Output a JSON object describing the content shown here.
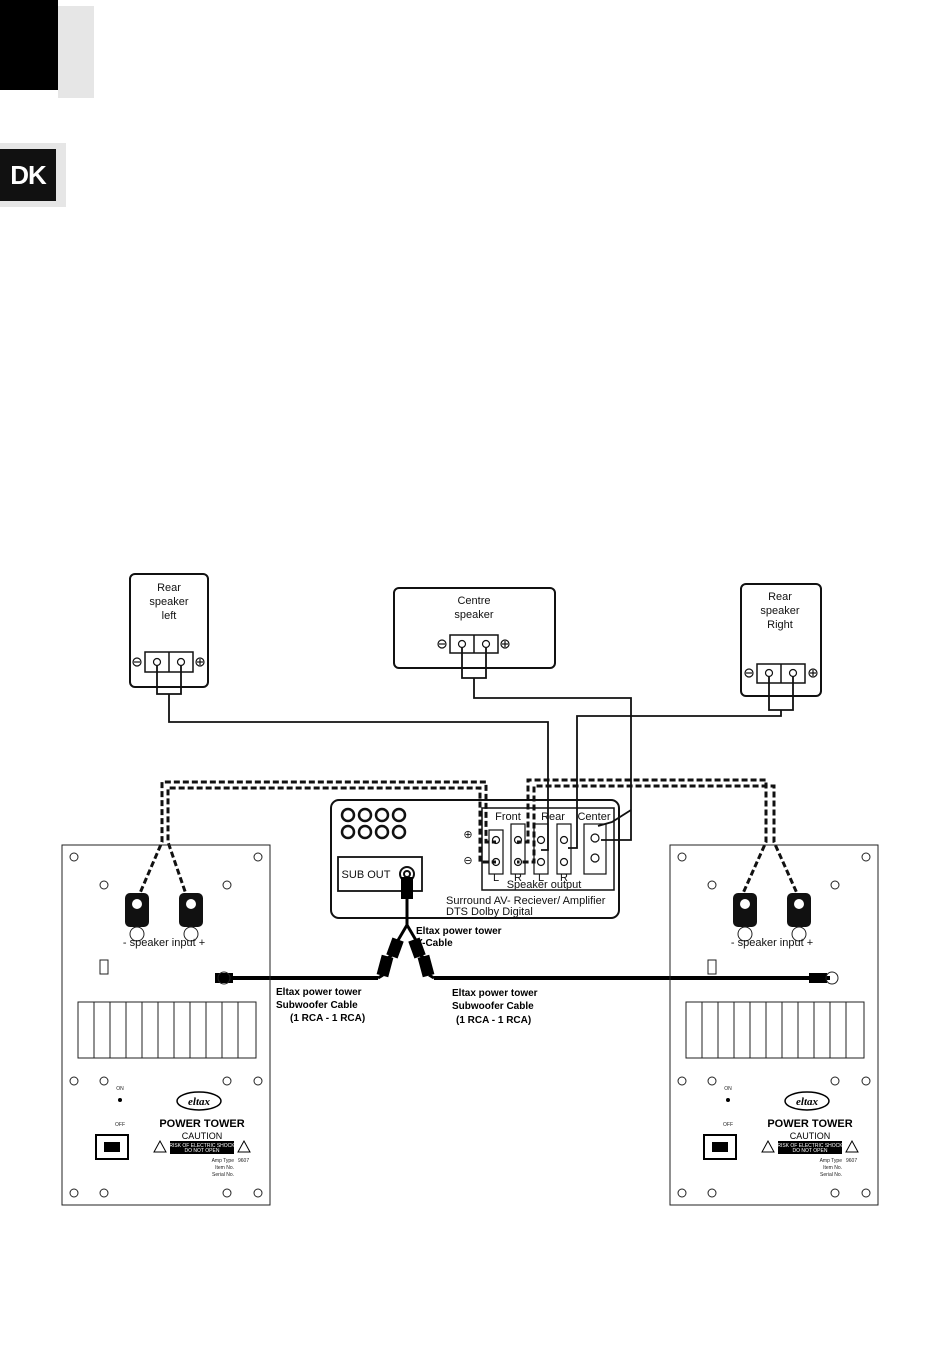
{
  "language_tab": "DK",
  "speakers": {
    "rear_left": [
      "Rear",
      "speaker",
      "left"
    ],
    "centre": [
      "Centre",
      "speaker"
    ],
    "rear_right": [
      "Rear",
      "speaker",
      "Right"
    ]
  },
  "receiver": {
    "channels": {
      "front": "Front",
      "rear": "Rear",
      "center": "Center"
    },
    "terminal_letters": [
      "L",
      "R",
      "L",
      "R"
    ],
    "plus_symbol": "⊕",
    "minus_symbol": "⊖",
    "speaker_output": "Speaker output",
    "sub_out": "SUB OUT",
    "name_line1": "Surround AV- Reciever/ Amplifier",
    "name_line2": "DTS Dolby Digital"
  },
  "cables": {
    "y_cable": [
      "Eltax power tower",
      "Y-Cable"
    ],
    "sub_cable_left": [
      "Eltax power tower",
      "Subwoofer Cable",
      "(1 RCA - 1 RCA)"
    ],
    "sub_cable_right": [
      "Eltax power tower",
      "Subwoofer Cable",
      "(1 RCA - 1 RCA)"
    ]
  },
  "subwoofer_panel": {
    "speaker_input": "- speaker input +",
    "on": "ON",
    "off": "OFF",
    "brand": "eltax",
    "product": "POWER TOWER",
    "caution": "CAUTION",
    "warning_line1": "RISK OF ELECTRIC SHOCK",
    "warning_line2": "DO NOT OPEN",
    "amp_type": "Amp Type",
    "amp_type_value": "9607",
    "item_no": "Item No.",
    "serial_no": "Serial No."
  }
}
